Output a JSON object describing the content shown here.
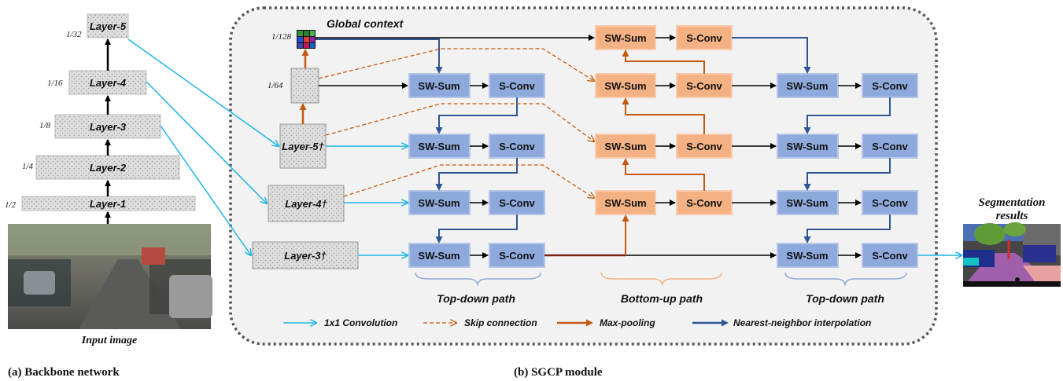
{
  "backbone": {
    "layers": [
      {
        "label": "Layer-5",
        "scale": "1/32"
      },
      {
        "label": "Layer-4",
        "scale": "1/16"
      },
      {
        "label": "Layer-3",
        "scale": "1/8"
      },
      {
        "label": "Layer-2",
        "scale": "1/4"
      },
      {
        "label": "Layer-1",
        "scale": "1/2"
      }
    ],
    "input_caption": "Input image",
    "caption": "(a) Backbone network"
  },
  "sgcp": {
    "global_context_label": "Global context",
    "scale_128": "1/128",
    "scale_64": "1/64",
    "dagger_layers": [
      "Layer-5†",
      "Layer-4†",
      "Layer-3†"
    ],
    "sw_sum": "SW-Sum",
    "s_conv": "S-Conv",
    "path_labels": [
      "Top-down path",
      "Bottom-up path",
      "Top-down path"
    ],
    "caption": "(b) SGCP module",
    "legend": [
      {
        "label": "1x1 Convolution",
        "icon": "cyan-arrow-icon"
      },
      {
        "label": "Skip connection",
        "icon": "dashed-orange-arrow-icon"
      },
      {
        "label": "Max-pooling",
        "icon": "orange-arrow-icon"
      },
      {
        "label": "Nearest-neighbor interpolation",
        "icon": "blue-arrow-icon"
      }
    ]
  },
  "output": {
    "title_line1": "Segmentation",
    "title_line2": "results"
  },
  "colors": {
    "blue_box": "#8ea9db",
    "orange_box": "#f4b183",
    "cyan_arrow": "#1fb4e8",
    "orange_arrow": "#c55a11",
    "dark_blue_arrow": "#2f5597",
    "gray_box": "#d9d9d9"
  }
}
